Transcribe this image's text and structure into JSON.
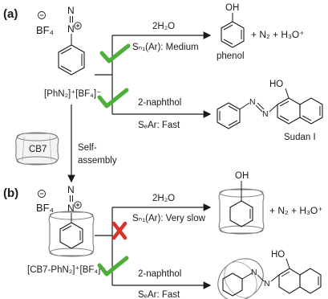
{
  "panel_a": {
    "label": "(a)",
    "reagent_label": "[PhN₂]⁺[BF₄]⁻",
    "bf4": "BF₄",
    "n": "N",
    "upper_reagent": "2H₂O",
    "upper_condition": "Sₙ₁(Ar): Medium",
    "upper_product_name": "phenol",
    "upper_byproducts": "+ N₂ + H₃O⁺",
    "lower_reagent": "2-naphthol",
    "lower_condition": "SₑAr: Fast",
    "lower_product_name": "Sudan I",
    "oh_label": "OH",
    "ho_label": "HO",
    "azo_n": "N"
  },
  "middle": {
    "host_label": "CB7",
    "process_label_1": "Self-",
    "process_label_2": "assembly"
  },
  "panel_b": {
    "label": "(b)",
    "reagent_label": "[CB7-PhN₂]⁺[BF₄]⁻",
    "bf4": "BF₄",
    "n": "N",
    "upper_reagent": "2H₂O",
    "upper_condition": "Sₙ₁(Ar): Very slow",
    "upper_byproducts": "+ N₂ + H₃O⁺",
    "lower_reagent": "2-naphthol",
    "lower_condition": "SₑAr: Fast",
    "oh_label": "OH",
    "ho_label": "HO",
    "azo_n": "N"
  },
  "colors": {
    "check": "#4fae3a",
    "cross": "#d9322b",
    "line": "#1a1a1a",
    "cage": "#7a7a7a"
  }
}
